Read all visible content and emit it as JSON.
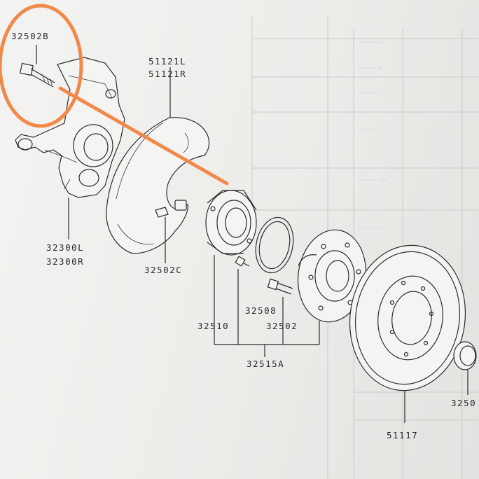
{
  "labels": {
    "bolt_upper": "32502B",
    "cover_left": "51121L",
    "cover_right": "51121R",
    "knuckle_left": "32300L",
    "knuckle_right": "32300R",
    "bolt_cover": "32502C",
    "bearing": "32510",
    "gasket": "32508",
    "bolt_hub": "32502",
    "hub_assembly": "32515A",
    "rotor": "51117",
    "cap": "3250"
  },
  "highlight": {
    "color": "#f2894b"
  }
}
